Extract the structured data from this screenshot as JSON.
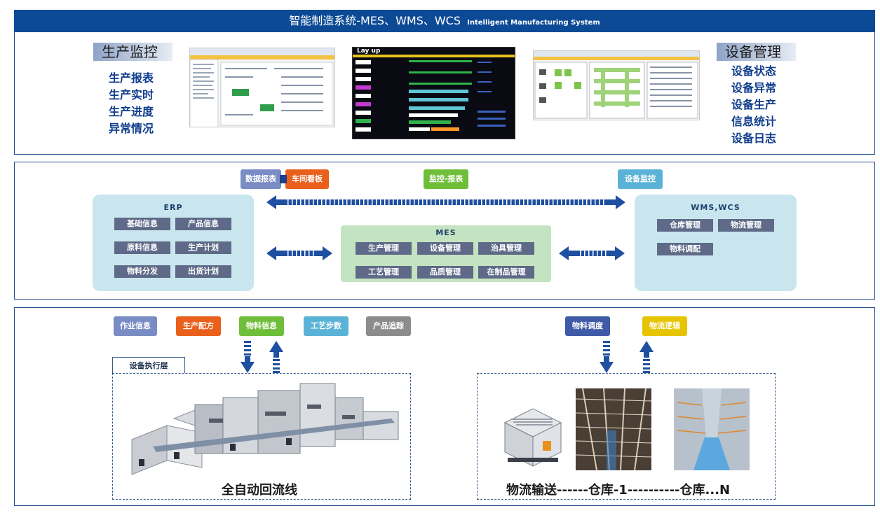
{
  "header": {
    "title": "智能制造系统-MES、WMS、WCS",
    "subtitle": "Intelligent Manufacturing System"
  },
  "top": {
    "left_title": "生产监控",
    "left_items": [
      "生产报表",
      "生产实时",
      "生产进度",
      "异常情况"
    ],
    "right_title": "设备管理",
    "right_items": [
      "设备状态",
      "设备异常",
      "设备生产",
      "信息统计",
      "设备日志"
    ],
    "screen_title": "Lay up"
  },
  "middle": {
    "pills": [
      {
        "label": "数据报表",
        "color": "#7a8cc4"
      },
      {
        "label": "车间看板",
        "color": "#e8601c"
      },
      {
        "label": "监控-报表",
        "color": "#6fbe3a"
      },
      {
        "label": "设备监控",
        "color": "#5ab3d6"
      }
    ],
    "erp": {
      "title": "ERP",
      "items": [
        "基础信息",
        "产品信息",
        "原料信息",
        "生产计划",
        "物料分发",
        "出货计划"
      ]
    },
    "mes": {
      "title": "MES",
      "items": [
        "生产管理",
        "设备管理",
        "治具管理",
        "工艺管理",
        "品质管理",
        "在制品管理"
      ]
    },
    "wms": {
      "title": "WMS,WCS",
      "items": [
        "仓库管理",
        "物流管理",
        "物料调配"
      ]
    }
  },
  "bottom": {
    "pills": [
      {
        "label": "作业信息",
        "color": "#7a8cc4"
      },
      {
        "label": "生产配方",
        "color": "#e8601c"
      },
      {
        "label": "物料信息",
        "color": "#6fbe3a"
      },
      {
        "label": "工艺步数",
        "color": "#5ab3d6"
      },
      {
        "label": "产品追踪",
        "color": "#8c8c8c"
      },
      {
        "label": "物料调度",
        "color": "#3f5aa6"
      },
      {
        "label": "物流逻辑",
        "color": "#e6c400"
      }
    ],
    "layer_label": "设备执行层",
    "left_caption": "全自动回流线",
    "right_caption": "物流输送------仓库-1----------仓库...N"
  }
}
